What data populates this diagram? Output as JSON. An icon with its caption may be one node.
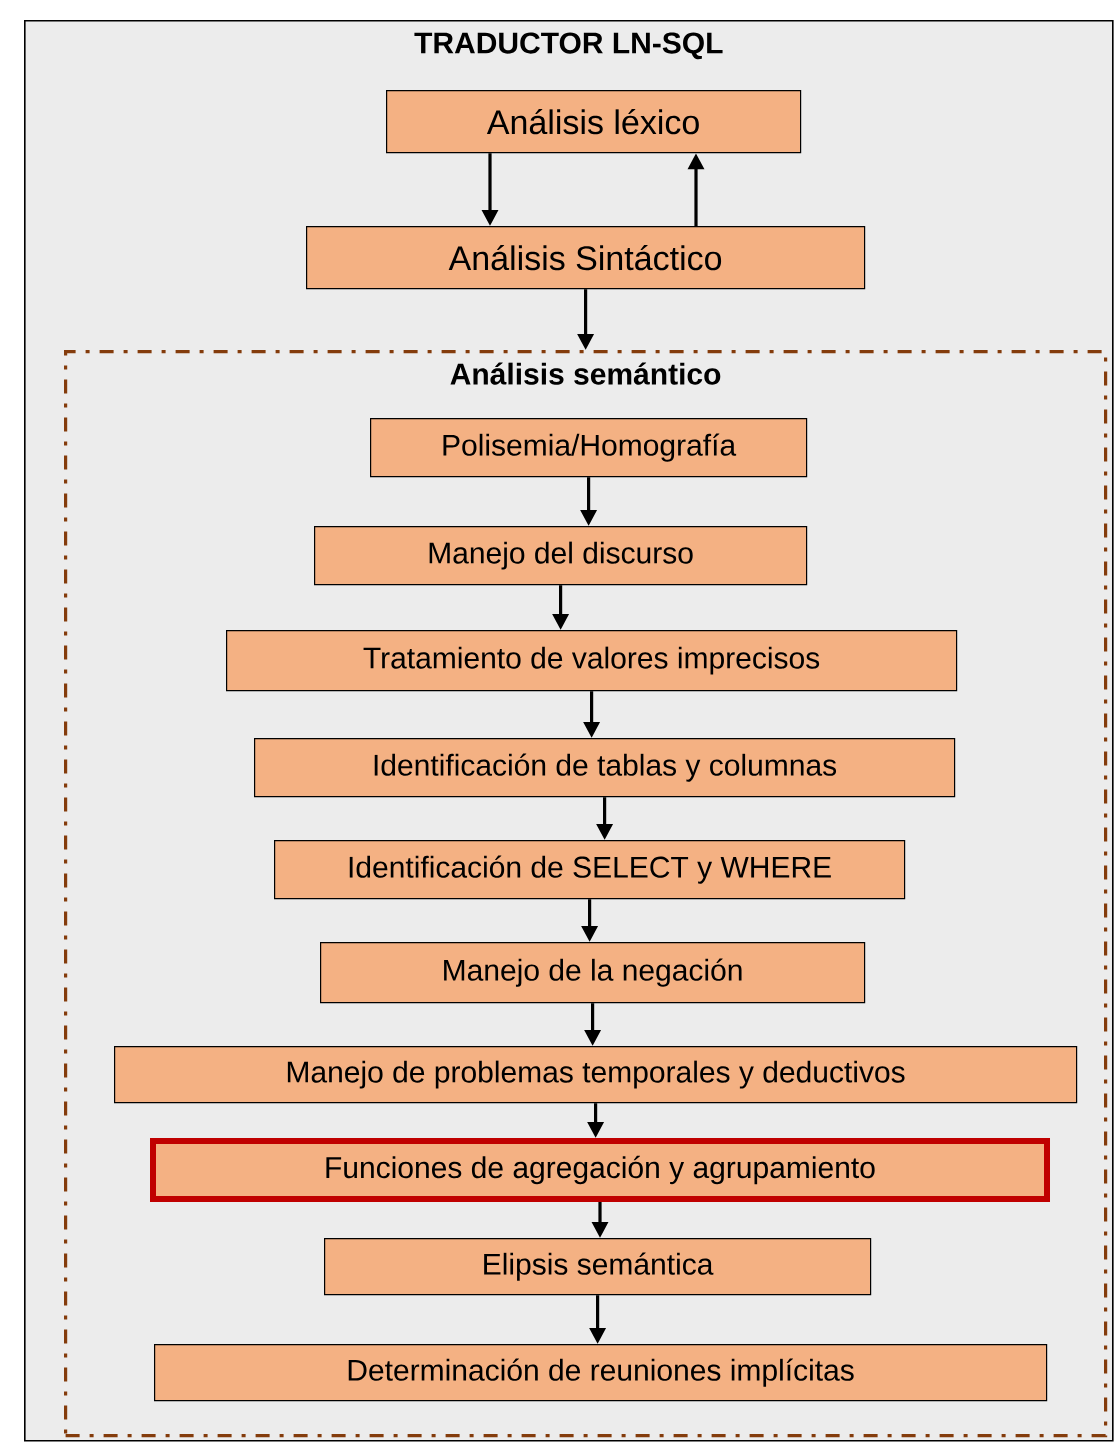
{
  "diagram": {
    "nodes": [
      {
        "text": [
          "TRADUCTOR LN-SQL"
        ]
      },
      {
        "text": [
          "Análisis léxico"
        ],
        "in": 0
      },
      {
        "text": [
          "Análisis Sintáctico"
        ],
        "in": 0
      },
      {
        "text": [
          "Análisis semántico"
        ],
        "in": 0
      },
      {
        "text": [
          "Polisemia/Homografía"
        ],
        "in": 3
      },
      {
        "text": [
          "Manejo del discurso"
        ],
        "in": 3
      },
      {
        "text": [
          "Tratamiento de valores imprecisos"
        ],
        "in": 3
      },
      {
        "text": [
          "Identificación de tablas y columnas"
        ],
        "in": 3
      },
      {
        "text": [
          "Identificación de SELECT y WHERE"
        ],
        "in": 3
      },
      {
        "text": [
          "Manejo de la negación"
        ],
        "in": 3
      },
      {
        "text": [
          "Manejo de problemas temporales y deductivos"
        ],
        "in": 3
      },
      {
        "text": [
          "Funciones de agregación y agrupamiento"
        ],
        "in": 3
      },
      {
        "text": [
          "Elipsis semántica"
        ],
        "in": 3
      },
      {
        "text": [
          "Determinación de reuniones implícitas"
        ],
        "in": 3
      }
    ],
    "edges": [
      {
        "from": 1,
        "to": 2,
        "arrow": "to"
      },
      {
        "from": 2,
        "to": 1,
        "arrow": "to"
      },
      {
        "from": 2,
        "to": 3,
        "arrow": "to"
      },
      {
        "from": 4,
        "to": 5,
        "arrow": "to"
      },
      {
        "from": 5,
        "to": 6,
        "arrow": "to"
      },
      {
        "from": 6,
        "to": 7,
        "arrow": "to"
      },
      {
        "from": 7,
        "to": 8,
        "arrow": "to"
      },
      {
        "from": 8,
        "to": 9,
        "arrow": "to"
      },
      {
        "from": 9,
        "to": 10,
        "arrow": "to"
      },
      {
        "from": 10,
        "to": 11,
        "arrow": "to"
      },
      {
        "from": 11,
        "to": 12,
        "arrow": "to"
      },
      {
        "from": 12,
        "to": 13,
        "arrow": "to"
      }
    ]
  }
}
